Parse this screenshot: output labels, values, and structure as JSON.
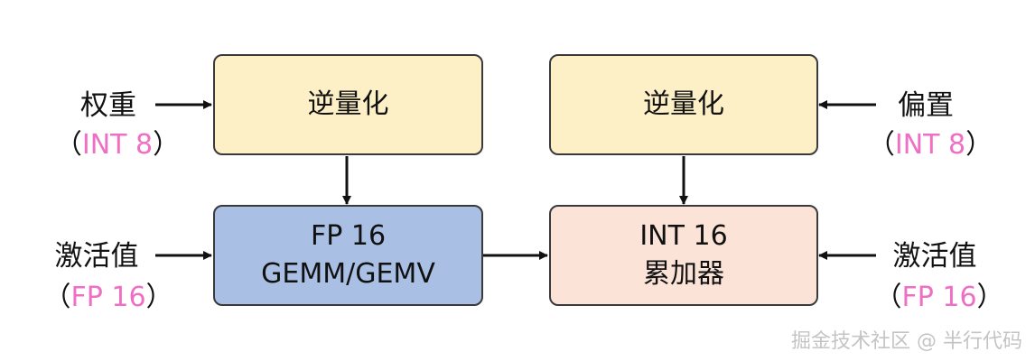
{
  "boxes": {
    "dequant_left": {
      "text": "逆量化"
    },
    "dequant_right": {
      "text": "逆量化"
    },
    "gemm": {
      "line1": "FP 16",
      "line2": "GEMM/GEMV"
    },
    "accumulator": {
      "line1": "INT 16",
      "line2": "累加器"
    }
  },
  "inputs": {
    "weights": {
      "label": "权重",
      "open": "（",
      "dtype": "INT 8",
      "close": "）"
    },
    "activation_left": {
      "label": "激活值",
      "open": "（",
      "dtype": "FP 16",
      "close": "）"
    },
    "bias": {
      "label": "偏置",
      "open": "（",
      "dtype": "INT 8",
      "close": "）"
    },
    "activation_right": {
      "label": "激活值",
      "open": "（",
      "dtype": "FP 16",
      "close": "）"
    }
  },
  "watermark": "掘金技术社区 @ 半行代码",
  "colors": {
    "dequant_fill": "#fdf0c6",
    "gemm_fill": "#a9bfe3",
    "accumulator_fill": "#fbe3d8",
    "dtype_text": "#ee6fc4"
  }
}
